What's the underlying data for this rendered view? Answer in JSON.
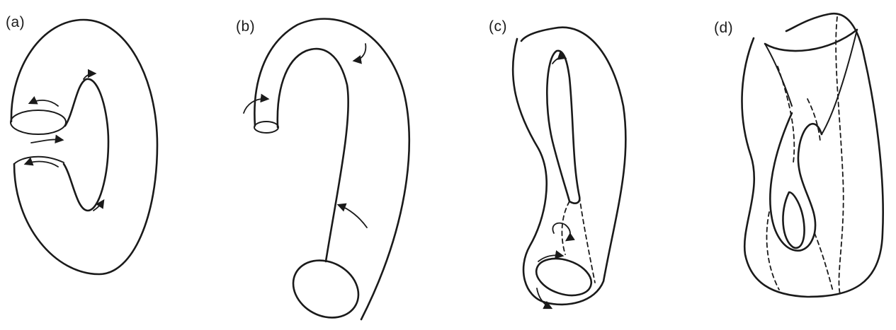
{
  "figure": {
    "panels": [
      {
        "id": "a",
        "label": "(a)"
      },
      {
        "id": "b",
        "label": "(b)"
      },
      {
        "id": "c",
        "label": "(c)"
      },
      {
        "id": "d",
        "label": "(d)"
      }
    ],
    "colors": {
      "stroke": "#1a1a1a",
      "background": "#ffffff"
    }
  }
}
